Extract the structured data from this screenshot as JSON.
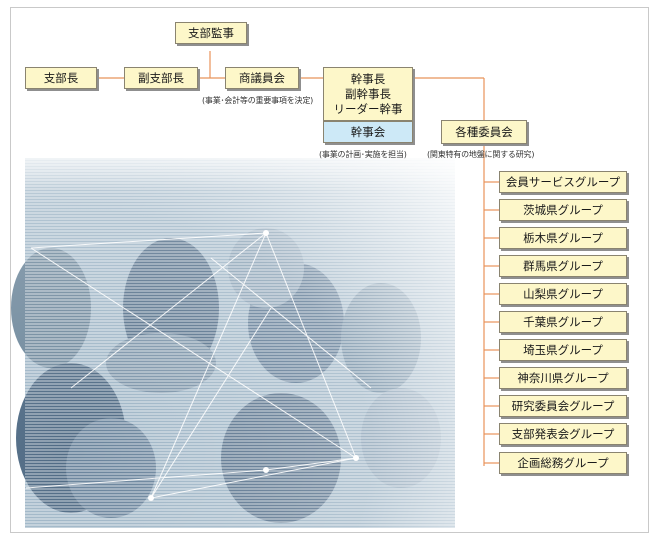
{
  "nodes": {
    "shibucho": "支部長",
    "fuku_shibucho": "副支部長",
    "shibu_kanji": "支部監事",
    "shogiinkai": "商議員会",
    "kanjicho": [
      "幹事長",
      "副幹事長",
      "リーダー幹事"
    ],
    "kanjikai": "幹事会",
    "kakushu_iinkai": "各種委員会"
  },
  "notes": {
    "shogiinkai": "(事業･会計等の重要事項を決定)",
    "kanjikai": "(事業の計画･実施を担当)",
    "iinkai": "(関東特有の地盤に関する研究)"
  },
  "groups": [
    "会員サービスグループ",
    "茨城県グループ",
    "栃木県グループ",
    "群馬県グループ",
    "山梨県グループ",
    "千葉県グループ",
    "埼玉県グループ",
    "神奈川県グループ",
    "研究委員会グループ",
    "支部発表会グループ",
    "企画総務グループ"
  ],
  "colors": {
    "line": "#e8935a",
    "box_fill": "#fdf7c9",
    "box_blue": "#cde9f7"
  }
}
